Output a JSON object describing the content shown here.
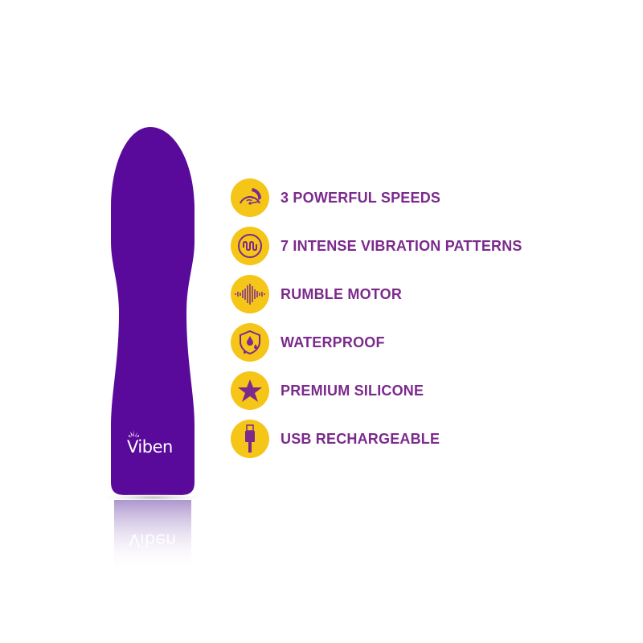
{
  "product": {
    "brand": "Viben",
    "body_color": "#5a0a9a",
    "reflection_text": "Viben"
  },
  "features": {
    "icon_bg_color": "#f5c518",
    "label_color": "#7b2a8c",
    "items": [
      {
        "icon": "speedometer-icon",
        "label": "3 POWERFUL SPEEDS"
      },
      {
        "icon": "wave-pattern-icon",
        "label": "7 INTENSE VIBRATION PATTERNS"
      },
      {
        "icon": "soundwave-icon",
        "label": "RUMBLE MOTOR"
      },
      {
        "icon": "waterproof-shield-icon",
        "label": "WATERPROOF"
      },
      {
        "icon": "star-icon",
        "label": "PREMIUM SILICONE"
      },
      {
        "icon": "usb-cable-icon",
        "label": "USB RECHARGEABLE"
      }
    ]
  }
}
